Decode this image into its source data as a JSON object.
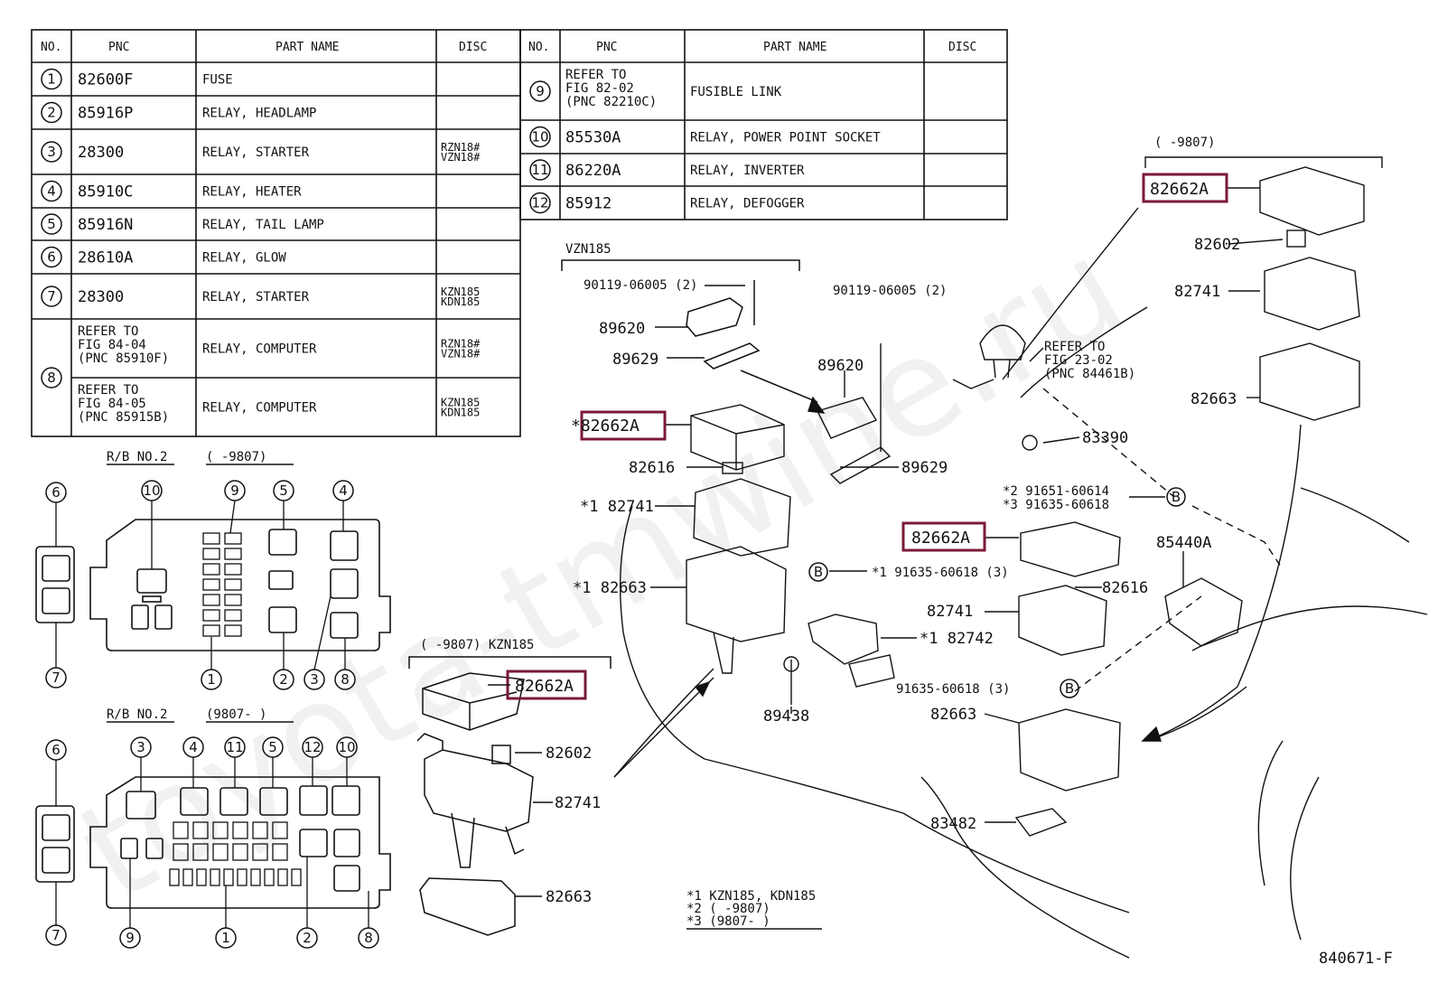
{
  "table_headers": {
    "no": "NO.",
    "pnc": "PNC",
    "part_name": "PART NAME",
    "disc": "DISC"
  },
  "table_left": [
    {
      "no": "1",
      "pnc": "82600F",
      "name": "FUSE",
      "disc": ""
    },
    {
      "no": "2",
      "pnc": "85916P",
      "name": "RELAY, HEADLAMP",
      "disc": ""
    },
    {
      "no": "3",
      "pnc": "28300",
      "name": "RELAY, STARTER",
      "disc": "RZN18#\nVZN18#"
    },
    {
      "no": "4",
      "pnc": "85910C",
      "name": "RELAY, HEATER",
      "disc": ""
    },
    {
      "no": "5",
      "pnc": "85916N",
      "name": "RELAY, TAIL LAMP",
      "disc": ""
    },
    {
      "no": "6",
      "pnc": "28610A",
      "name": "RELAY, GLOW",
      "disc": ""
    },
    {
      "no": "7",
      "pnc": "28300",
      "name": "RELAY, STARTER",
      "disc": "KZN185\nKDN185"
    },
    {
      "no": "8",
      "pnc": "REFER TO\nFIG 84-04\n(PNC 85910F)",
      "name": "RELAY, COMPUTER",
      "disc": "RZN18#\nVZN18#"
    },
    {
      "no": "",
      "pnc": "REFER TO\nFIG 84-05\n(PNC 85915B)",
      "name": "RELAY, COMPUTER",
      "disc": "KZN185\nKDN185"
    }
  ],
  "table_right": [
    {
      "no": "9",
      "pnc": "REFER TO\nFIG 82-02\n(PNC 82210C)",
      "name": "FUSIBLE LINK",
      "disc": ""
    },
    {
      "no": "10",
      "pnc": "85530A",
      "name": "RELAY, POWER POINT SOCKET",
      "disc": ""
    },
    {
      "no": "11",
      "pnc": "86220A",
      "name": "RELAY, INVERTER",
      "disc": ""
    },
    {
      "no": "12",
      "pnc": "85912",
      "name": "RELAY, DEFOGGER",
      "disc": ""
    }
  ],
  "rb1": {
    "title": "R/B NO.2",
    "range": "(     -9807)",
    "callouts_top": [
      "6",
      "10",
      "9",
      "5",
      "4"
    ],
    "callouts_bottom": [
      "7",
      "1",
      "2",
      "3",
      "8"
    ]
  },
  "rb2": {
    "title": "R/B NO.2",
    "range": "(9807-      )",
    "callouts_top": [
      "6",
      "3",
      "4",
      "11",
      "5",
      "12",
      "10"
    ],
    "callouts_bottom": [
      "7",
      "9",
      "1",
      "2",
      "8"
    ]
  },
  "kzn_group": {
    "range": "(     -9807) KZN185",
    "labels": [
      "82662A",
      "82602",
      "82741",
      "82663"
    ]
  },
  "vzn_group": {
    "title": "VZN185",
    "labels": [
      "90119-06005 (2)",
      "89620",
      "89629"
    ]
  },
  "center_labels": [
    "90119-06005 (2)",
    "89620",
    "89629",
    "*82662A",
    "82616",
    "*1 82741",
    "*1 82663",
    "*1 91635-60618 (3)",
    "89438",
    "*1 82742",
    "91635-60618 (3)",
    "82741",
    "82663",
    "83482",
    "82662A",
    "82616"
  ],
  "right_labels": {
    "range": "(     -9807)",
    "items": [
      "82662A",
      "82602",
      "82741",
      "82663"
    ],
    "refer": "REFER TO\nFIG 23-02\n(PNC 84461B)",
    "items2": [
      "83390",
      "*2 91651-60614",
      "*3 91635-60618",
      "85440A"
    ]
  },
  "legend": [
    "*1  KZN185, KDN185",
    "*2  (     -9807)",
    "*3  (9807-     )"
  ],
  "figure_code": "840671-F",
  "highlight_color": "#7a1a34",
  "watermark": "toyota-tmwine.ru"
}
